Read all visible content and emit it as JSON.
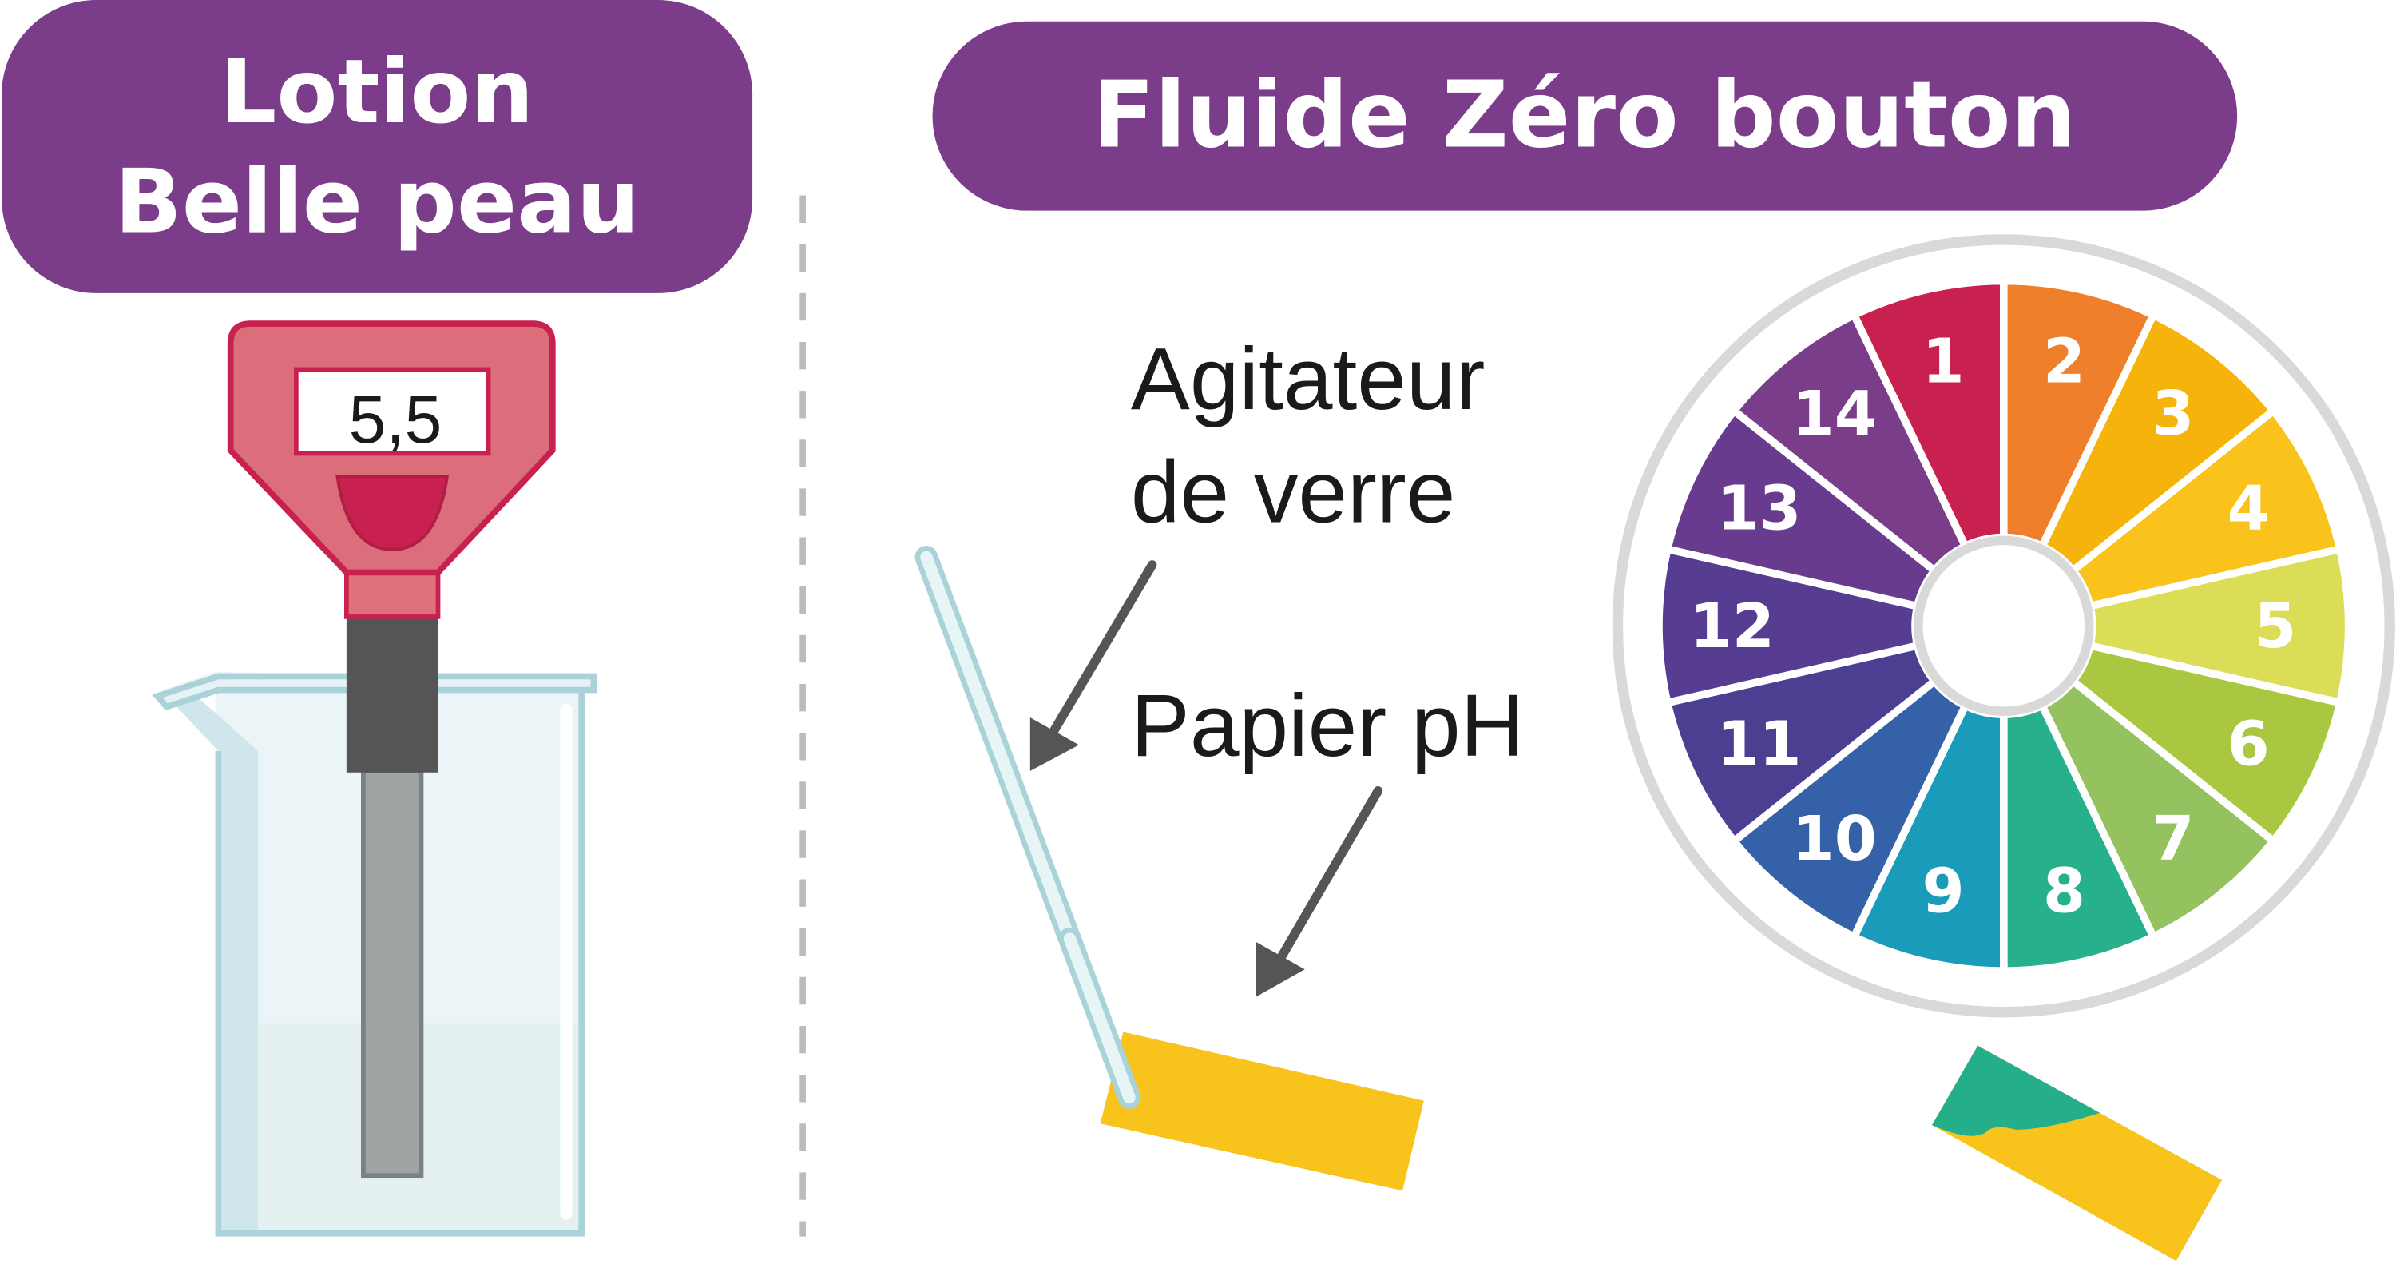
{
  "left": {
    "title_line1": "Lotion",
    "title_line2": "Belle peau",
    "meter_reading": "5,5"
  },
  "right": {
    "title": "Fluide Zéro bouton",
    "stirrer_label_line1": "Agitateur",
    "stirrer_label_line2": "de verre",
    "paper_label": "Papier pH"
  },
  "ph_scale": {
    "labels": [
      "1",
      "2",
      "3",
      "4",
      "5",
      "6",
      "7",
      "8",
      "9",
      "10",
      "11",
      "12",
      "13",
      "14"
    ],
    "colors": [
      "#c8214f",
      "#ef7f2a",
      "#f5b30c",
      "#f9c31b",
      "#dcdd56",
      "#a9c740",
      "#93c25f",
      "#27b08c",
      "#1b9bba",
      "#3461a8",
      "#4b3f92",
      "#573d92",
      "#693b8e",
      "#7a3d89"
    ]
  },
  "colors": {
    "title_bg": "#7b3d89",
    "paper_yellow": "#f8c31a",
    "paper_green": "#25ae8a"
  }
}
